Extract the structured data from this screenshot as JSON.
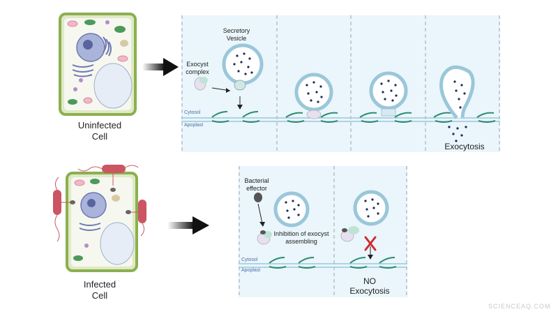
{
  "top": {
    "cell_caption": "Uninfected\nCell",
    "secretory_vesicle": "Secretory\nVesicle",
    "exocyst_complex": "Exocyst\ncomplex",
    "cytosol": "Cytosol",
    "apoplast": "Apoplast",
    "outcome": "Exocytosis"
  },
  "bottom": {
    "cell_caption": "Infected\nCell",
    "bacterial_effector": "Bacterial\neffector",
    "inhibition": "Inhibition of exocyst\nassembling",
    "cytosol": "Cytosol",
    "apoplast": "Apoplast",
    "outcome": "NO\nExocytosis"
  },
  "watermark": "SCIENCEAQ.COM",
  "colors": {
    "panel_bg": "#eaf6fb",
    "cell_wall": "#8bb04f",
    "membrane": "#2e8b6f",
    "effector": "#cc5563",
    "block_x": "#d22b2b"
  }
}
